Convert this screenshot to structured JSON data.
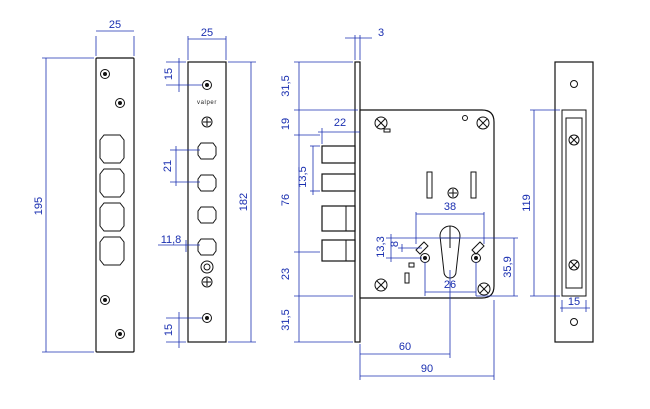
{
  "brand": "valper",
  "dims": {
    "front_plate_width": "25",
    "front_plate_height": "195",
    "cover_plate_width": "25",
    "cover_top_screw": "15",
    "cover_spacing_21": "21",
    "cover_11_8": "11,8",
    "cover_height": "182",
    "cover_bottom_screw": "15",
    "plate_thickness": "3",
    "body_31_5_top": "31,5",
    "body_19": "19",
    "bolt_22": "22",
    "bolt_13_5": "13,5",
    "body_76": "76",
    "body_23": "23",
    "body_31_5_bottom": "31,5",
    "cyl_38": "38",
    "cyl_13_3": "13,3",
    "cyl_8": "8",
    "cyl_26": "26",
    "cyl_35_9": "35,9",
    "backset_60": "60",
    "case_90": "90",
    "strike_119": "119",
    "strike_15": "15"
  }
}
